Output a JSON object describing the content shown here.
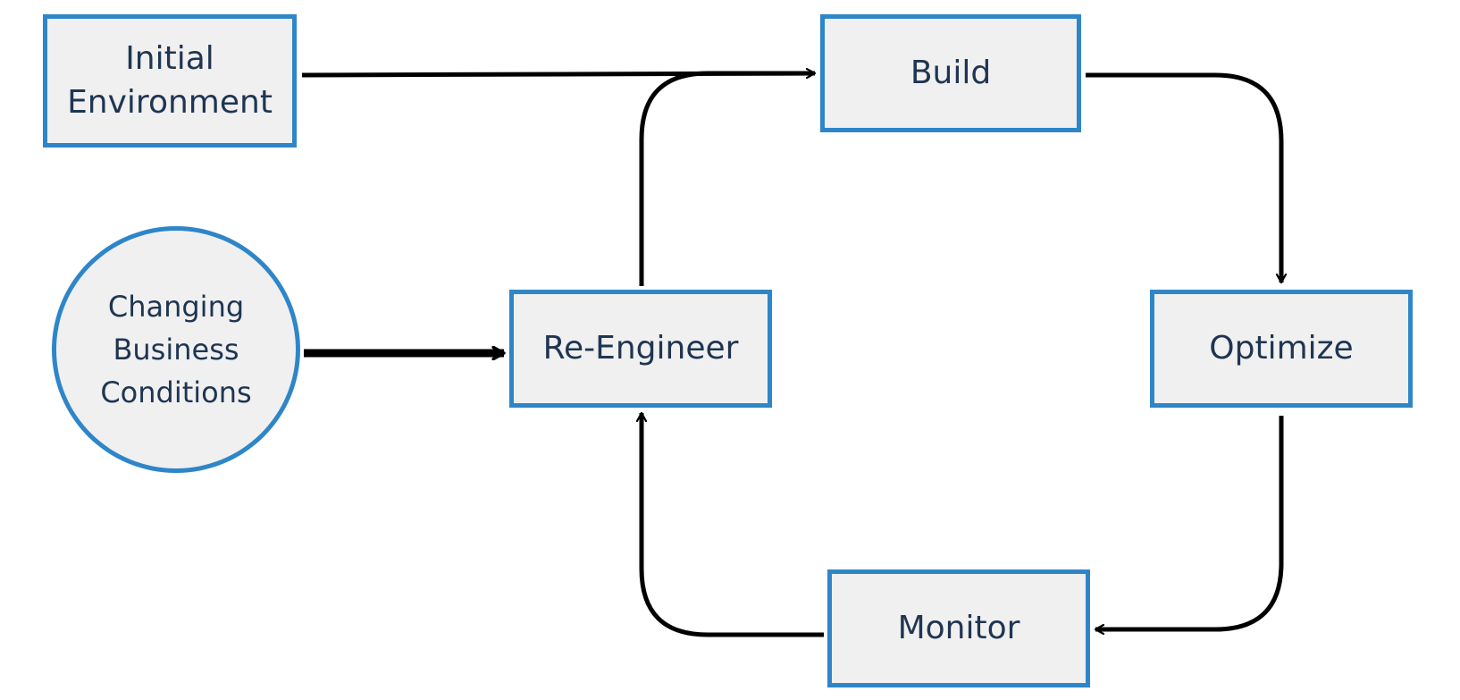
{
  "diagram": {
    "nodes": {
      "initial_environment": "Initial\nEnvironment",
      "build": "Build",
      "re_engineer": "Re-Engineer",
      "optimize": "Optimize",
      "monitor": "Monitor",
      "changing_business_conditions": "Changing\nBusiness\nConditions"
    },
    "edges": [
      {
        "from": "initial_environment",
        "to": "build"
      },
      {
        "from": "build",
        "to": "optimize"
      },
      {
        "from": "optimize",
        "to": "monitor"
      },
      {
        "from": "monitor",
        "to": "re_engineer"
      },
      {
        "from": "re_engineer",
        "to": "build"
      },
      {
        "from": "changing_business_conditions",
        "to": "re_engineer"
      }
    ],
    "colors": {
      "node_border": "#2e86c8",
      "node_fill": "#f0f0f0",
      "text": "#1f3552",
      "arrow": "#000000"
    }
  }
}
